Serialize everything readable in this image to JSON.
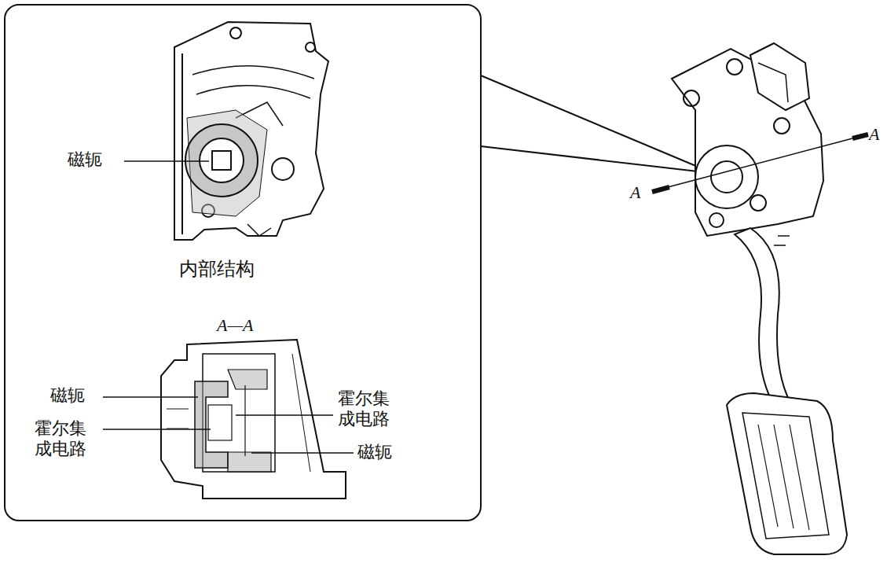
{
  "diagram": {
    "labels": [
      "磁轭",
      "内部结构",
      "A—A",
      "磁轭",
      "霍尔集 成电路",
      "霍尔集 成电路",
      "磁轭",
      "A",
      "A"
    ]
  }
}
